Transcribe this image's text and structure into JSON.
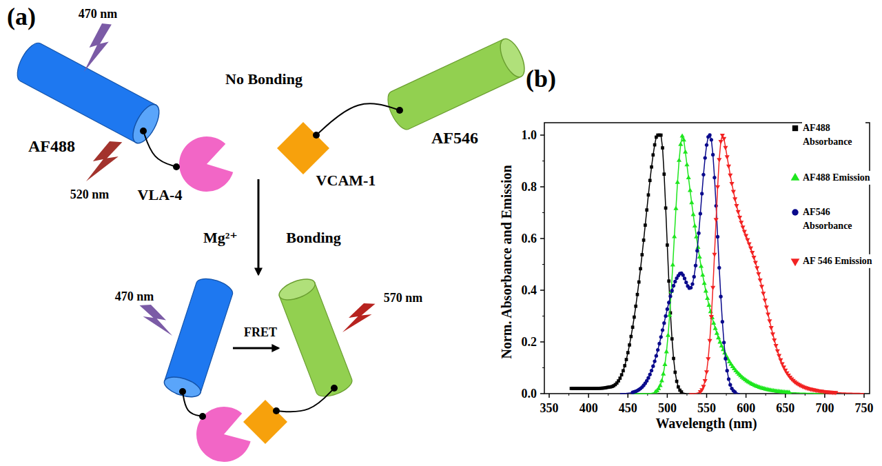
{
  "diagram": {
    "labels": [
      "(a)",
      "470 nm",
      "No Bonding",
      "AF488",
      "520 nm",
      "VLA-4",
      "VCAM-1",
      "AF546",
      "Mg²⁺",
      "Bonding",
      "470 nm",
      "FRET",
      "570 nm",
      "(b)",
      "Norm. Absorbance and Emission",
      "Wavelength (nm)",
      "0.0",
      "0.2",
      "0.4",
      "0.6",
      "0.8",
      "1.0",
      "350",
      "400",
      "450",
      "500",
      "550",
      "600",
      "650",
      "700",
      "750"
    ],
    "legend": [
      {
        "text": "AF488 Absorbance"
      },
      {
        "text": "AF488 Emission"
      },
      {
        "text": "AF546 Absorbance"
      },
      {
        "text": "AF 546 Emission"
      }
    ]
  }
}
